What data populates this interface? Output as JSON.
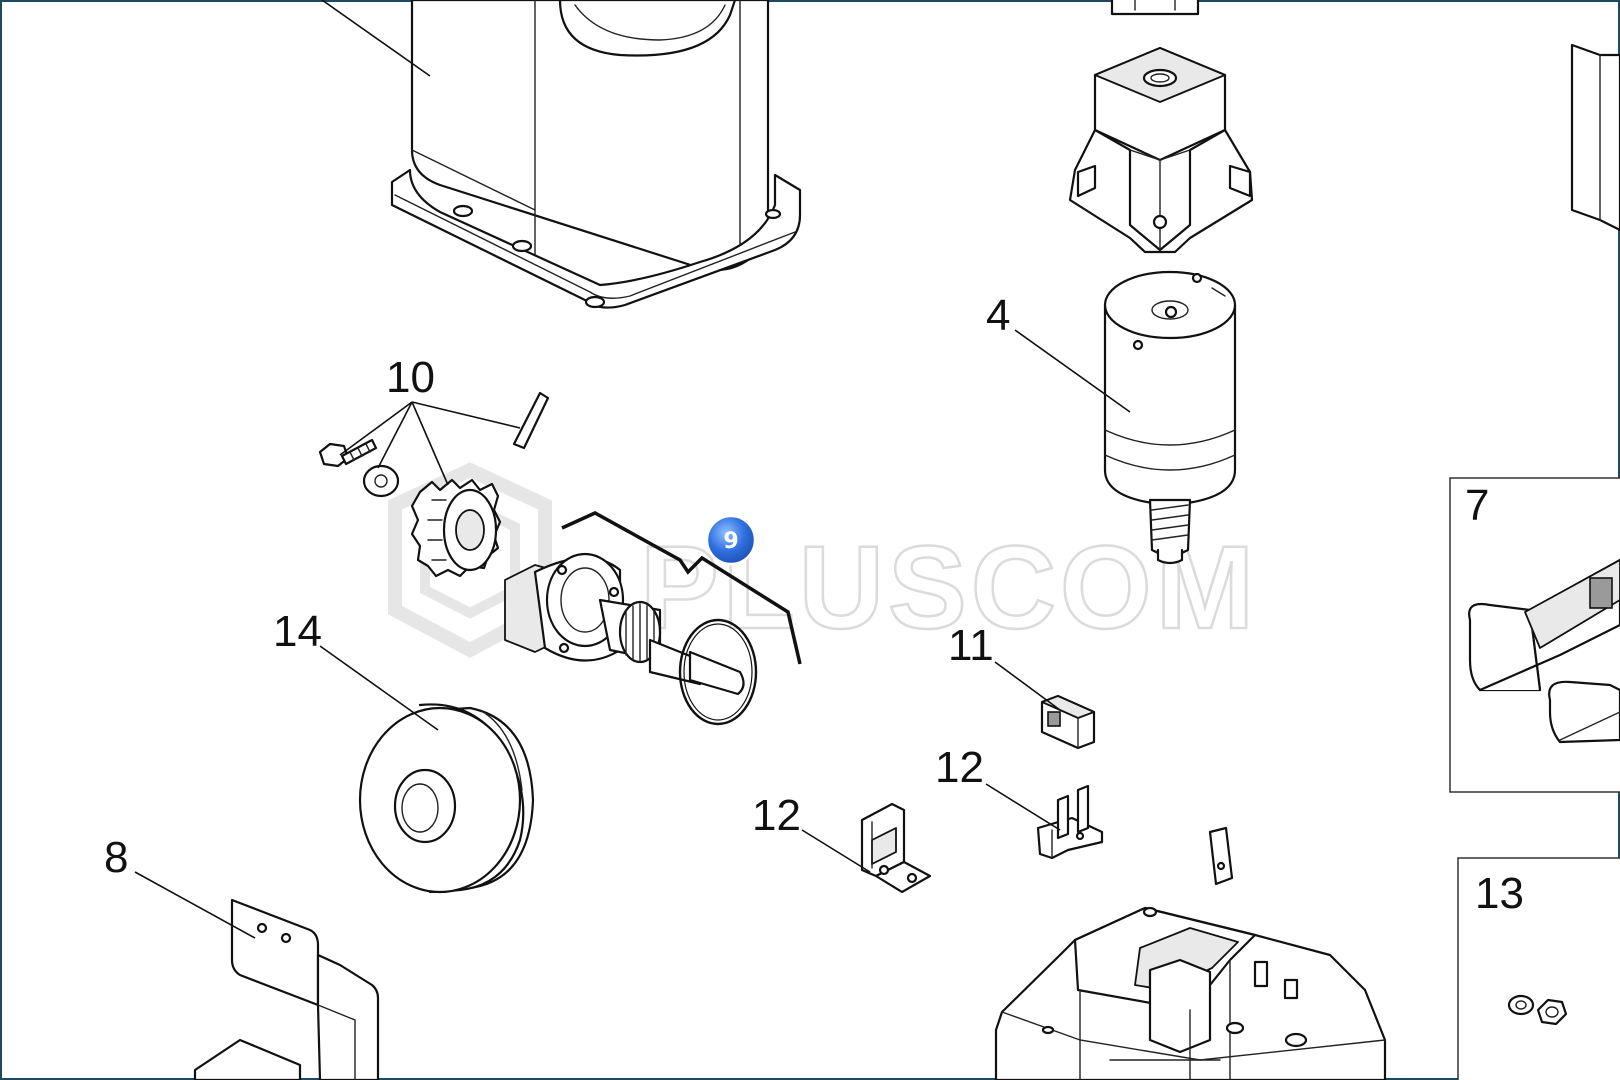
{
  "watermark": {
    "text": "PLUSCOM",
    "icon": "pluscom-hexagon-logo"
  },
  "hotspot": {
    "label": "9",
    "color": "#2f6fe0"
  },
  "callouts": {
    "c4": "4",
    "c7": "7",
    "c8": "8",
    "c10": "10",
    "c11": "11",
    "c12a": "12",
    "c12b": "12",
    "c13": "13",
    "c14": "14"
  },
  "colors": {
    "frame": "#1c4a60",
    "line": "#111111"
  }
}
